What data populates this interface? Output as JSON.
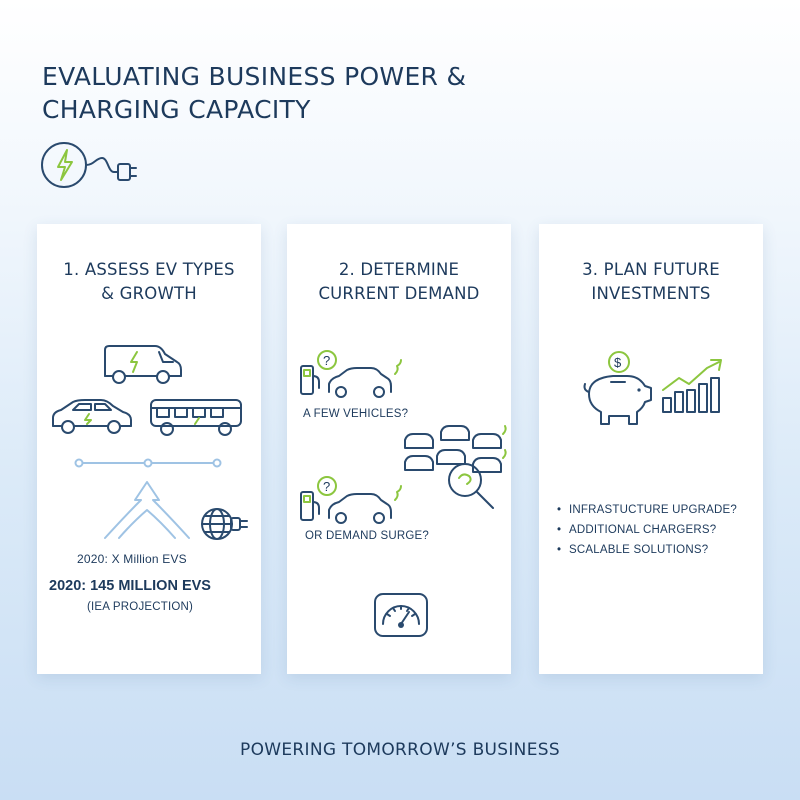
{
  "header": {
    "title": "EVALUATING BUSINESS POWER & CHARGING CAPACITY"
  },
  "colors": {
    "navy": "#1d3a5c",
    "green": "#8cc63f",
    "light_blue": "#9fc3e4"
  },
  "cards": [
    {
      "title": "1. ASSESS EV TYPES\n& GROWTH",
      "icons": [
        "ev-van-icon",
        "ev-car-icon",
        "ev-bus-icon",
        "growth-arrow-icon",
        "globe-plug-icon"
      ],
      "stat_small": "2020: X Million EVS",
      "stat_big": "2020: 145 MILLION EVS",
      "stat_note": "(IEA PROJECTION)"
    },
    {
      "title": "2. DETERMINE\nCURRENT DEMAND",
      "icons": [
        "charger-question-icon",
        "ev-car-icon",
        "car-cluster-icon",
        "magnifier-icon",
        "gauge-icon"
      ],
      "label_1": "A FEW VEHICLES?",
      "label_2": "OR DEMAND SURGE?"
    },
    {
      "title": "3. PLAN FUTURE\nINVESTMENTS",
      "icons": [
        "piggy-bank-icon",
        "dollar-coin-icon",
        "growth-chart-icon"
      ],
      "bullets": [
        "INFRASTUCTURE UPGRADE?",
        "ADDITIONAL CHARGERS?",
        "SCALABLE SOLUTIONS?"
      ]
    }
  ],
  "footer": {
    "text": "POWERING TOMORROW’S BUSINESS"
  }
}
